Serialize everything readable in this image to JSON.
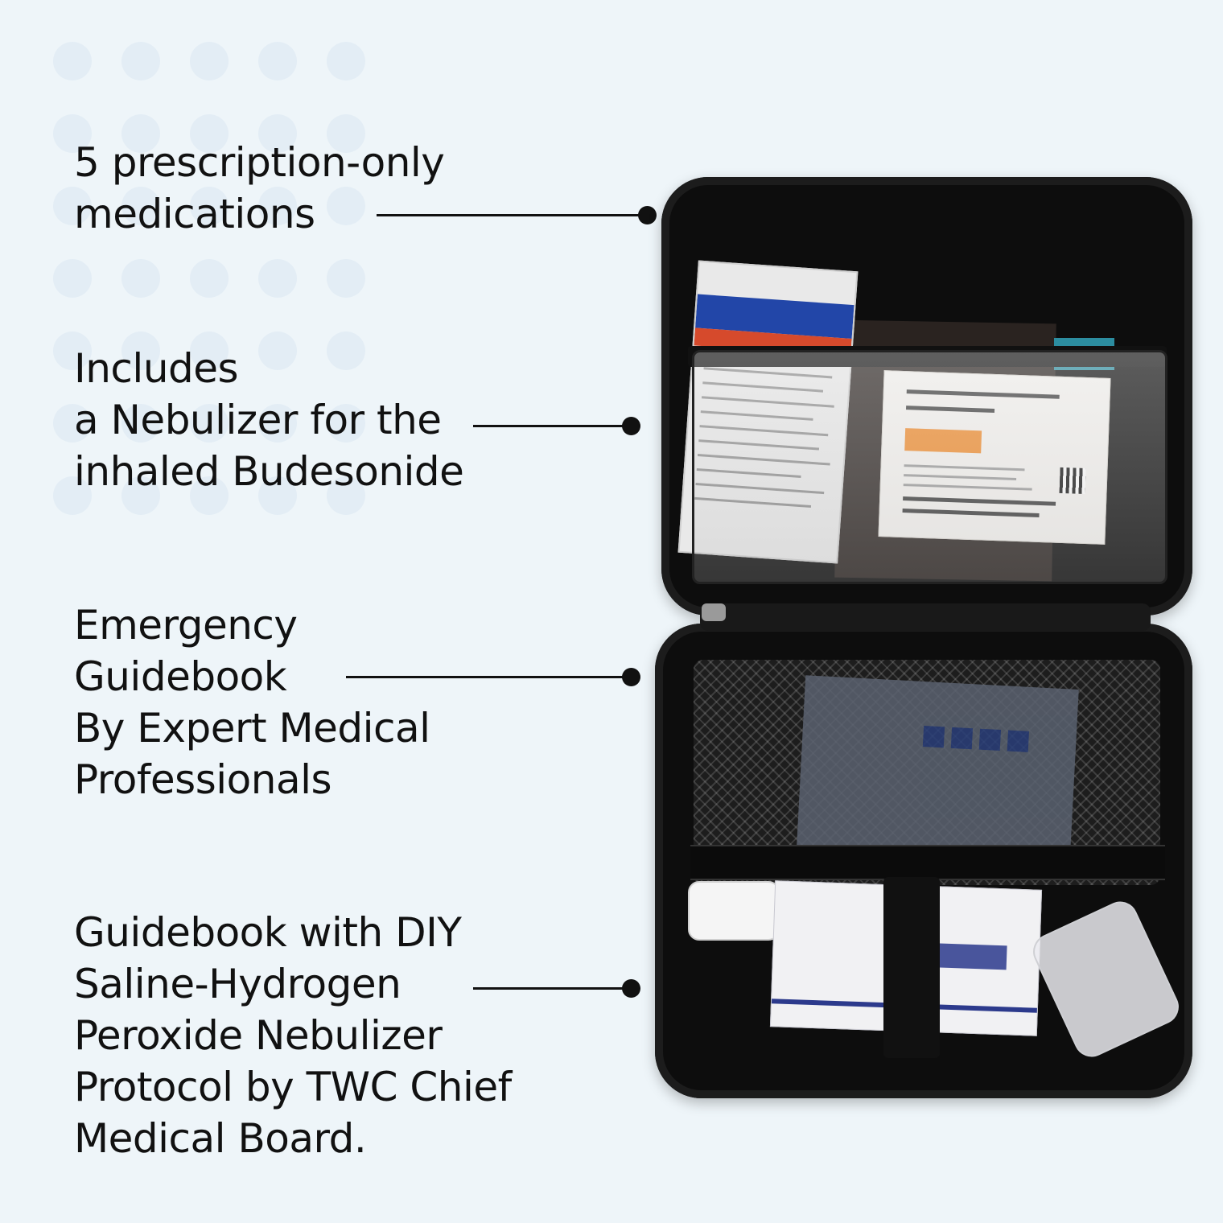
{
  "callouts": [
    {
      "lines": [
        "5 prescription-only",
        "medications"
      ]
    },
    {
      "lines": [
        "Includes",
        "a Nebulizer for the",
        "inhaled Budesonide"
      ]
    },
    {
      "lines": [
        "Emergency",
        "Guidebook",
        "By Expert Medical",
        "Professionals"
      ]
    },
    {
      "lines": [
        "Guidebook with DIY",
        "Saline-Hydrogen",
        "Peroxide Nebulizer",
        "Protocol by TWC Chief",
        "Medical Board."
      ]
    }
  ],
  "illustration": {
    "icon": "medical-kit-case-icon",
    "colors": {
      "case": "#0d0d0d",
      "accent_blue": "#2246a8",
      "accent_orange": "#f08a2a"
    }
  },
  "colors": {
    "background": "#eef5f9",
    "text": "#111111",
    "dots": "#e3edf5"
  }
}
